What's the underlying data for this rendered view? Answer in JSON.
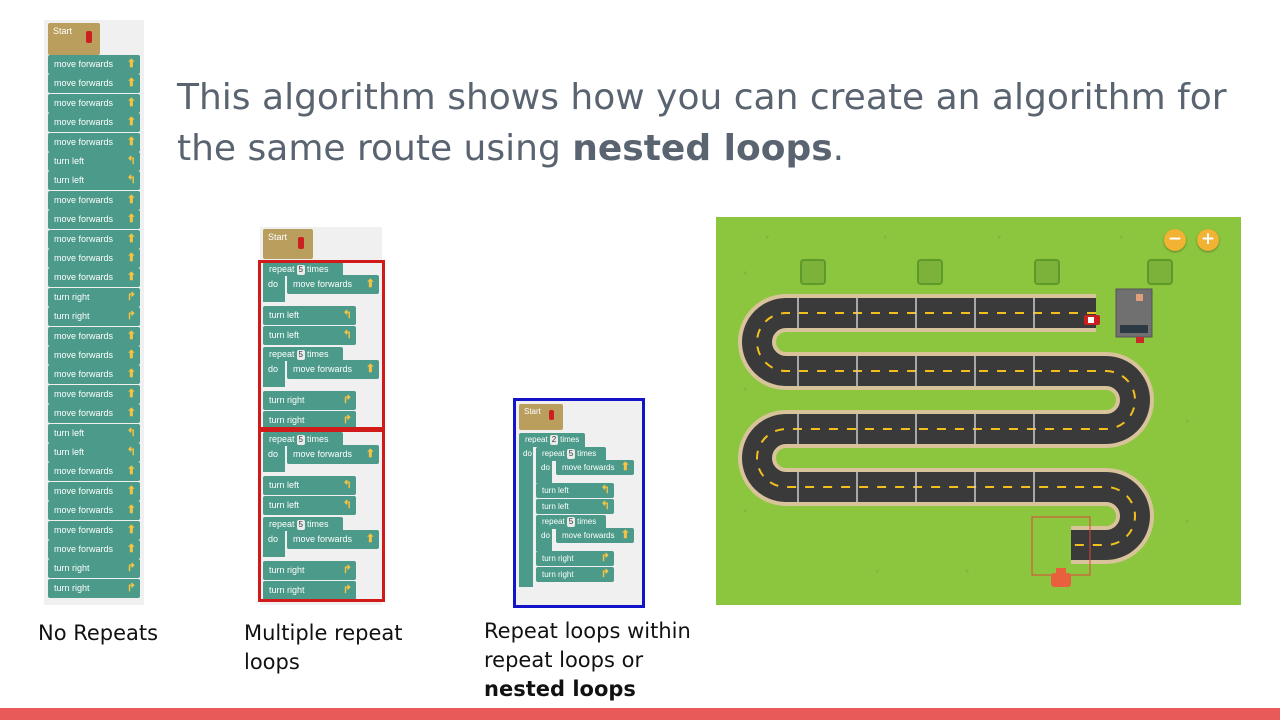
{
  "heading": {
    "line_pre": "This algorithm shows how you can create an algorithm for the same route using ",
    "bold": "nested loops",
    "line_post": "."
  },
  "captions": {
    "no_repeats": "No Repeats",
    "multiple_repeat": "Multiple repeat loops",
    "nested_line1": "Repeat loops within repeat loops or",
    "nested_bold": "nested loops"
  },
  "no_repeats_program": {
    "start_label": "Start",
    "blocks": [
      "move forwards",
      "move forwards",
      "move forwards",
      "move forwards",
      "move forwards",
      "turn left",
      "turn left",
      "move forwards",
      "move forwards",
      "move forwards",
      "move forwards",
      "move forwards",
      "turn right",
      "turn right",
      "move forwards",
      "move forwards",
      "move forwards",
      "move forwards",
      "move forwards",
      "turn left",
      "turn left",
      "move forwards",
      "move forwards",
      "move forwards",
      "move forwards",
      "move forwards",
      "turn right",
      "turn right"
    ]
  },
  "multiple_program": {
    "start_label": "Start",
    "repeat_word": "repeat",
    "times_word": "times",
    "do_word": "do",
    "groups": [
      {
        "count": "5",
        "body": "move forwards",
        "after": [
          "turn left",
          "turn left"
        ]
      },
      {
        "count": "5",
        "body": "move forwards",
        "after": [
          "turn right",
          "turn right"
        ]
      },
      {
        "count": "5",
        "body": "move forwards",
        "after": [
          "turn left",
          "turn left"
        ]
      },
      {
        "count": "5",
        "body": "move forwards",
        "after": [
          "turn right",
          "turn right"
        ]
      }
    ]
  },
  "nested_program": {
    "start_label": "Start",
    "repeat_word": "repeat",
    "times_word": "times",
    "do_word": "do",
    "outer_count": "2",
    "inner": [
      {
        "count": "5",
        "body": "move forwards",
        "after": [
          "turn left",
          "turn left"
        ]
      },
      {
        "count": "5",
        "body": "move forwards",
        "after": [
          "turn right",
          "turn right"
        ]
      }
    ]
  },
  "map": {
    "zoom_out": "−",
    "zoom_in": "+"
  },
  "colors": {
    "block": "#4c9a8a",
    "start": "#b99e5e",
    "arrow": "#f6c343",
    "red_outline": "#d11a1a",
    "blue_outline": "#1313c9",
    "grass": "#8cc63f",
    "road": "#3a3a3a",
    "bottom_bar": "#e85a5a"
  }
}
